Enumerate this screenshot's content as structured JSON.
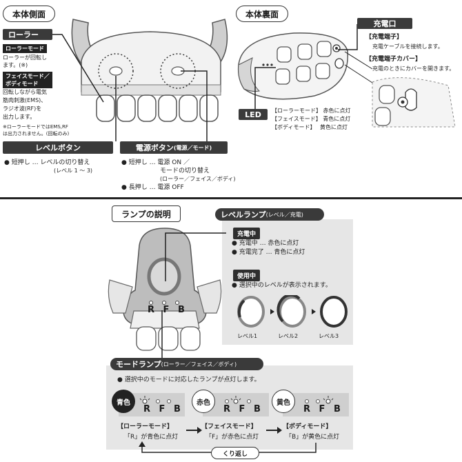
{
  "top_left": {
    "title": "本体側面",
    "roller_header": "ローラー",
    "roller_mode_tag": "ローラーモード",
    "roller_mode_text": [
      "ローラーが回転し",
      "ます。(※)"
    ],
    "face_body_tag_1": "フェイスモード／",
    "face_body_tag_2": "ボディモード",
    "face_body_text": [
      "回転しながら電気",
      "筋肉刺激(EMS)、",
      "ラジオ波(RF)を",
      "出力します。"
    ],
    "note": [
      "※ローラーモードではEMS,RF",
      "は出力されません。(回転のみ)"
    ],
    "level_button_header": "レベルボタン",
    "level_button_text": "● 短押し … レベルの切り替え",
    "level_button_sub": "(レベル 1 ～ 3)",
    "power_header": "電源ボタン",
    "power_header_sub": "(電源／モード)",
    "power_short": "● 短押し … 電源 ON ／",
    "power_short_2": "モードの切り替え",
    "power_short_3": "(ローラー／フェイス／ボディ)",
    "power_long": "● 長押し … 電源 OFF"
  },
  "top_right": {
    "title": "本体裏面",
    "charge_header": "充電口",
    "charge_terminal_title": "【充電端子】",
    "charge_terminal_text": "充電ケーブルを接続します。",
    "charge_cover_title": "【充電端子カバー】",
    "charge_cover_text": "充電のときにカバーを開きます。",
    "led_label": "LED",
    "led_lines": [
      "【ローラーモード】 赤色に点灯",
      "【フェイスモード】 青色に点灯",
      "【ボディモード】　 黄色に点灯"
    ]
  },
  "bottom": {
    "title": "ランプの説明",
    "level_lamp_header": "レベルランプ",
    "level_lamp_sub": "(レベル／充電)",
    "charging_tag": "充電中",
    "charging_lines": [
      "● 充電中 … 赤色に点灯",
      "● 充電完了 … 青色に点灯"
    ],
    "in_use_tag": "使用中",
    "in_use_text": "● 選択中のレベルが表示されます。",
    "levels": [
      "レベル1",
      "レベル2",
      "レベル3"
    ],
    "device_rfb": "R F B",
    "mode_lamp_header": "モードランプ",
    "mode_lamp_sub": "(ローラー／フェイス／ボディ)",
    "mode_lamp_text": "● 選択中のモードに対応したランプが点灯します。",
    "modes": [
      {
        "color_label": "青色",
        "name": "【ローラーモード】",
        "desc": "「R」が青色に点灯",
        "rfb": "R F B"
      },
      {
        "color_label": "赤色",
        "name": "【フェイスモード】",
        "desc": "「F」が赤色に点灯",
        "rfb": "R F B"
      },
      {
        "color_label": "黄色",
        "name": "【ボディモード】",
        "desc": "「B」が黄色に点灯",
        "rfb": "R F B"
      }
    ],
    "repeat": "くり返し"
  }
}
